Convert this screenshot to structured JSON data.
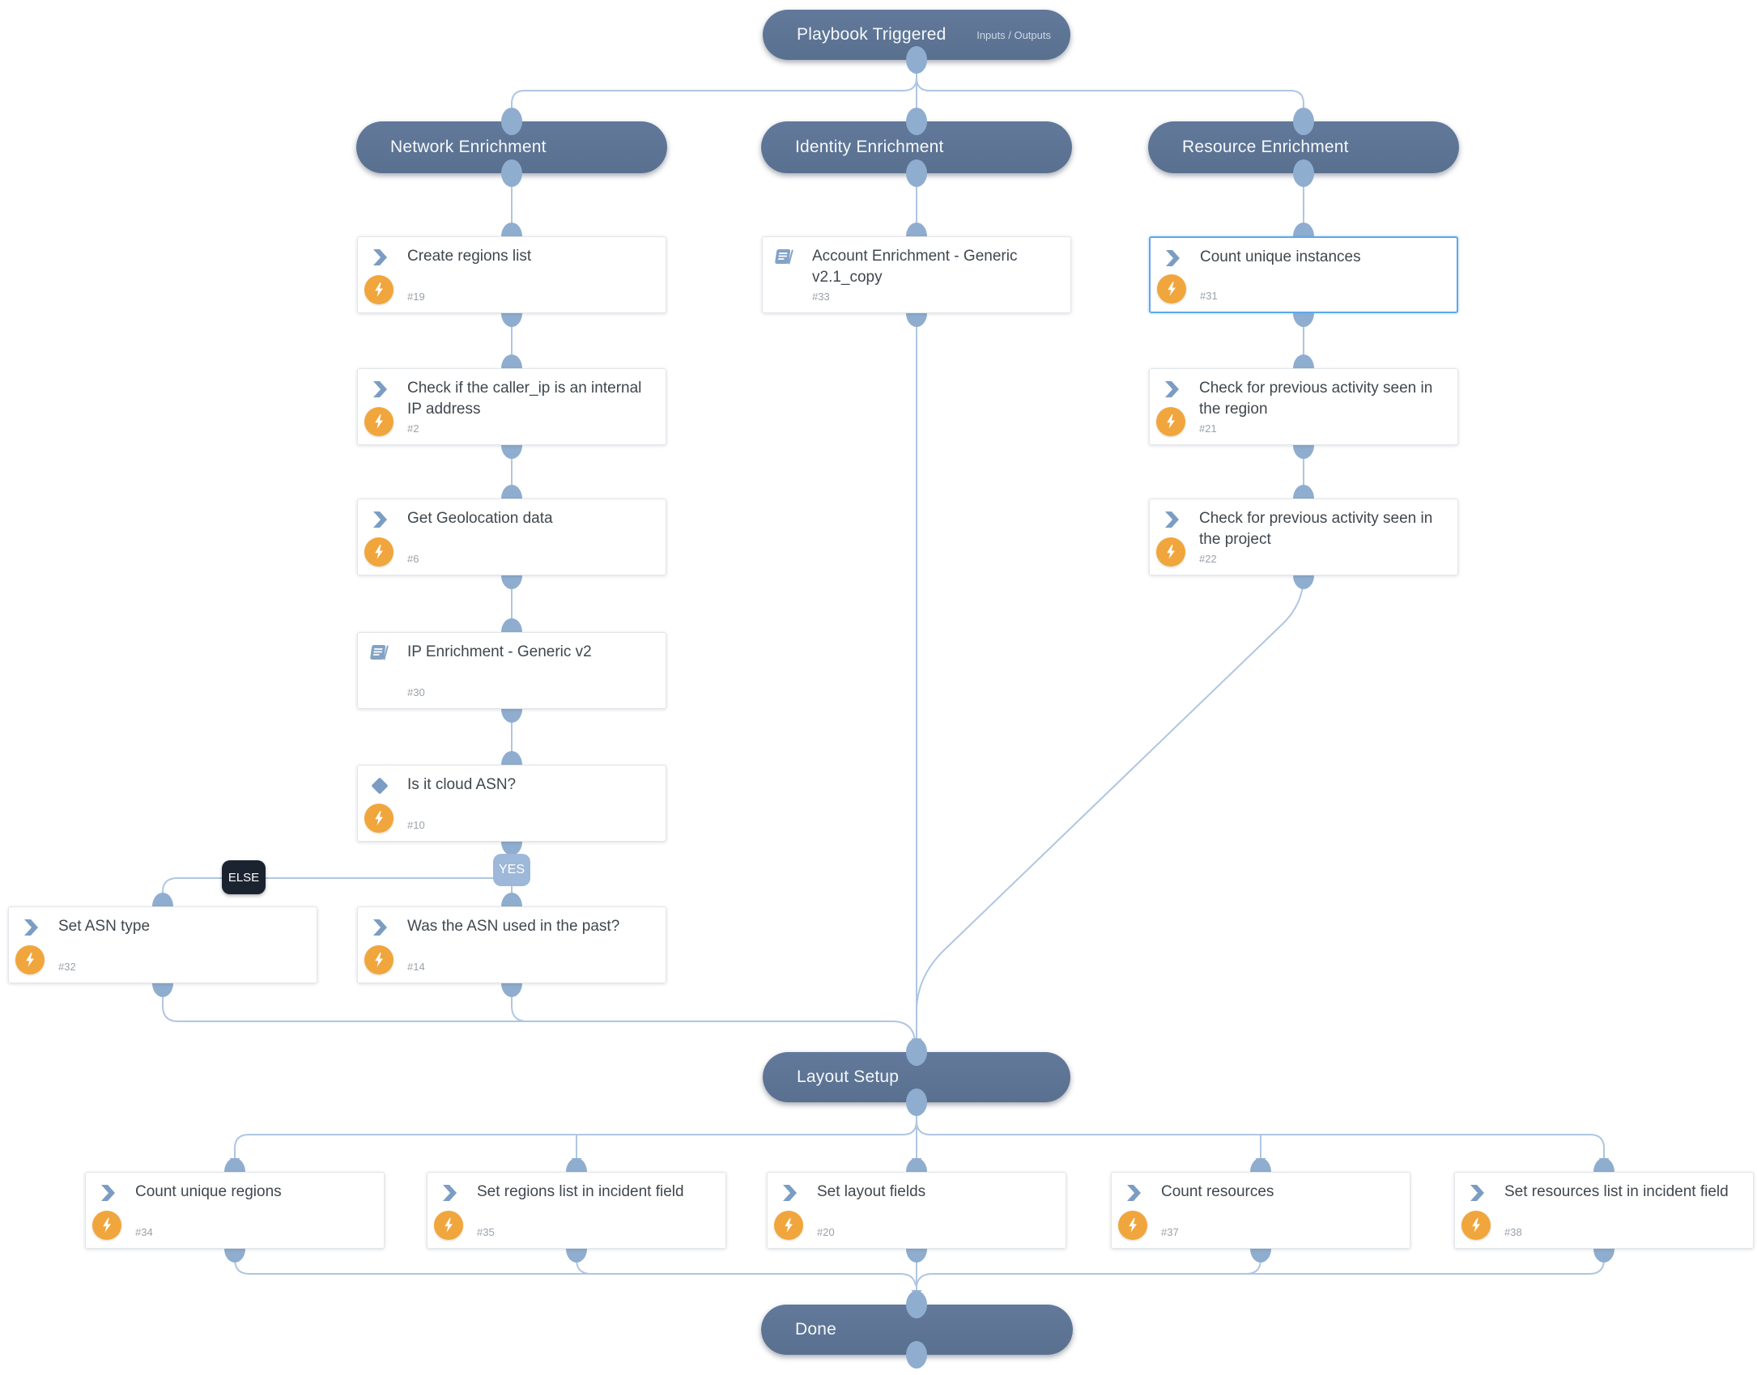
{
  "pills": {
    "playbook": {
      "label": "Playbook Triggered",
      "meta": "Inputs / Outputs"
    },
    "network": {
      "label": "Network Enrichment"
    },
    "identity": {
      "label": "Identity Enrichment"
    },
    "resource": {
      "label": "Resource Enrichment"
    },
    "layout": {
      "label": "Layout Setup"
    },
    "done": {
      "label": "Done"
    }
  },
  "edge_labels": {
    "yes": "YES",
    "else": "ELSE"
  },
  "tasks": {
    "t19": {
      "title": "Create regions list",
      "number": "#19"
    },
    "t2": {
      "title": "Check if the caller_ip is an internal IP address",
      "number": "#2"
    },
    "t6": {
      "title": "Get Geolocation data",
      "number": "#6"
    },
    "t30": {
      "title": "IP Enrichment - Generic v2",
      "number": "#30"
    },
    "t10": {
      "title": "Is it cloud ASN?",
      "number": "#10"
    },
    "t32": {
      "title": "Set ASN type",
      "number": "#32"
    },
    "t14": {
      "title": "Was the ASN used in the past?",
      "number": "#14"
    },
    "t33": {
      "title": "Account Enrichment - Generic v2.1_copy",
      "number": "#33"
    },
    "t31": {
      "title": "Count unique instances",
      "number": "#31"
    },
    "t21": {
      "title": "Check for previous activity seen in the region",
      "number": "#21"
    },
    "t22": {
      "title": "Check for previous activity seen in the project",
      "number": "#22"
    },
    "t34": {
      "title": "Count unique regions",
      "number": "#34"
    },
    "t35": {
      "title": "Set regions list in incident field",
      "number": "#35"
    },
    "t20": {
      "title": "Set layout fields",
      "number": "#20"
    },
    "t37": {
      "title": "Count resources",
      "number": "#37"
    },
    "t38": {
      "title": "Set resources list in incident field",
      "number": "#38"
    }
  },
  "colors": {
    "pill": "#5d7496",
    "connector_line": "#afc6e1",
    "connector_dot": "#8fadcf",
    "arrow": "#9db8d8",
    "bolt_badge": "#f0a63c",
    "selected_border": "#5ea7e8",
    "yes_label_bg": "#9db8d8",
    "else_label_bg": "#1b2330"
  }
}
